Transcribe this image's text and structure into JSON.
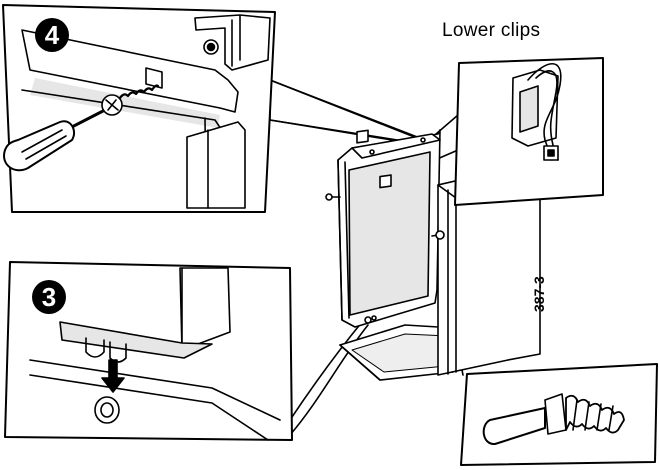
{
  "labels": {
    "lower_clips": "Lower clips",
    "figure_number": "387-3"
  },
  "steps": {
    "step_4": "4",
    "step_3": "3"
  },
  "colors": {
    "panel_fill": "#e6e6e6",
    "line": "#000000",
    "badge": "#000000"
  }
}
